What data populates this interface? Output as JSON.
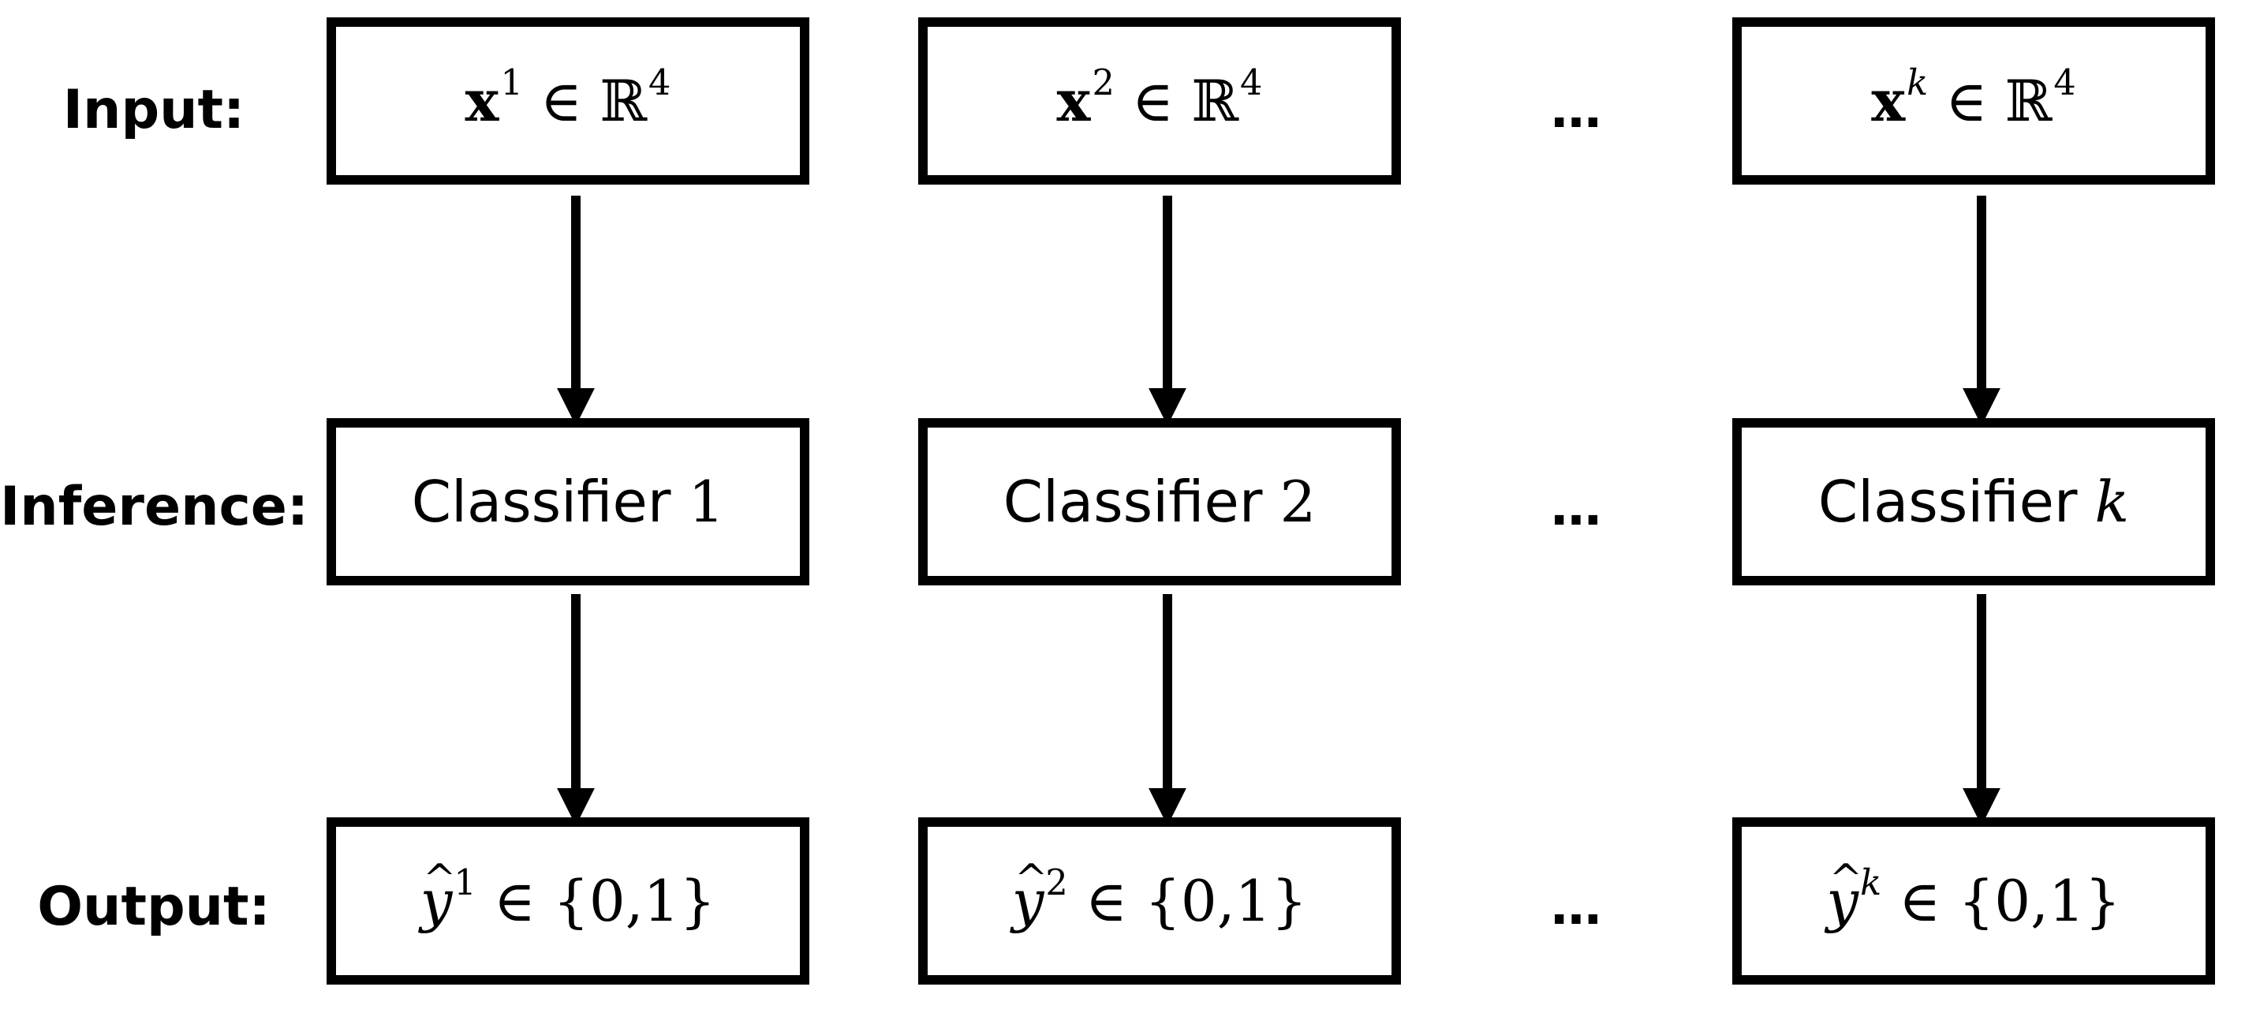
{
  "rows": {
    "input": "Input:",
    "inference": "Inference:",
    "output": "Output:"
  },
  "columns": [
    {
      "input": {
        "base": "x",
        "sup": "1",
        "rel": "∈",
        "set": "ℝ",
        "set_sup": "4"
      },
      "classifier": {
        "text": "Classifier",
        "index": "1"
      },
      "output": {
        "base": "y",
        "sup": "1",
        "rel": "∈",
        "set": "{0,1}"
      }
    },
    {
      "input": {
        "base": "x",
        "sup": "2",
        "rel": "∈",
        "set": "ℝ",
        "set_sup": "4"
      },
      "classifier": {
        "text": "Classifier",
        "index": "2"
      },
      "output": {
        "base": "y",
        "sup": "2",
        "rel": "∈",
        "set": "{0,1}"
      }
    },
    {
      "input": {
        "base": "x",
        "sup": "k",
        "rel": "∈",
        "set": "ℝ",
        "set_sup": "4"
      },
      "classifier": {
        "text": "Classifier",
        "index": "k"
      },
      "output": {
        "base": "y",
        "sup": "k",
        "rel": "∈",
        "set": "{0,1}"
      }
    }
  ],
  "ellipsis": "…"
}
